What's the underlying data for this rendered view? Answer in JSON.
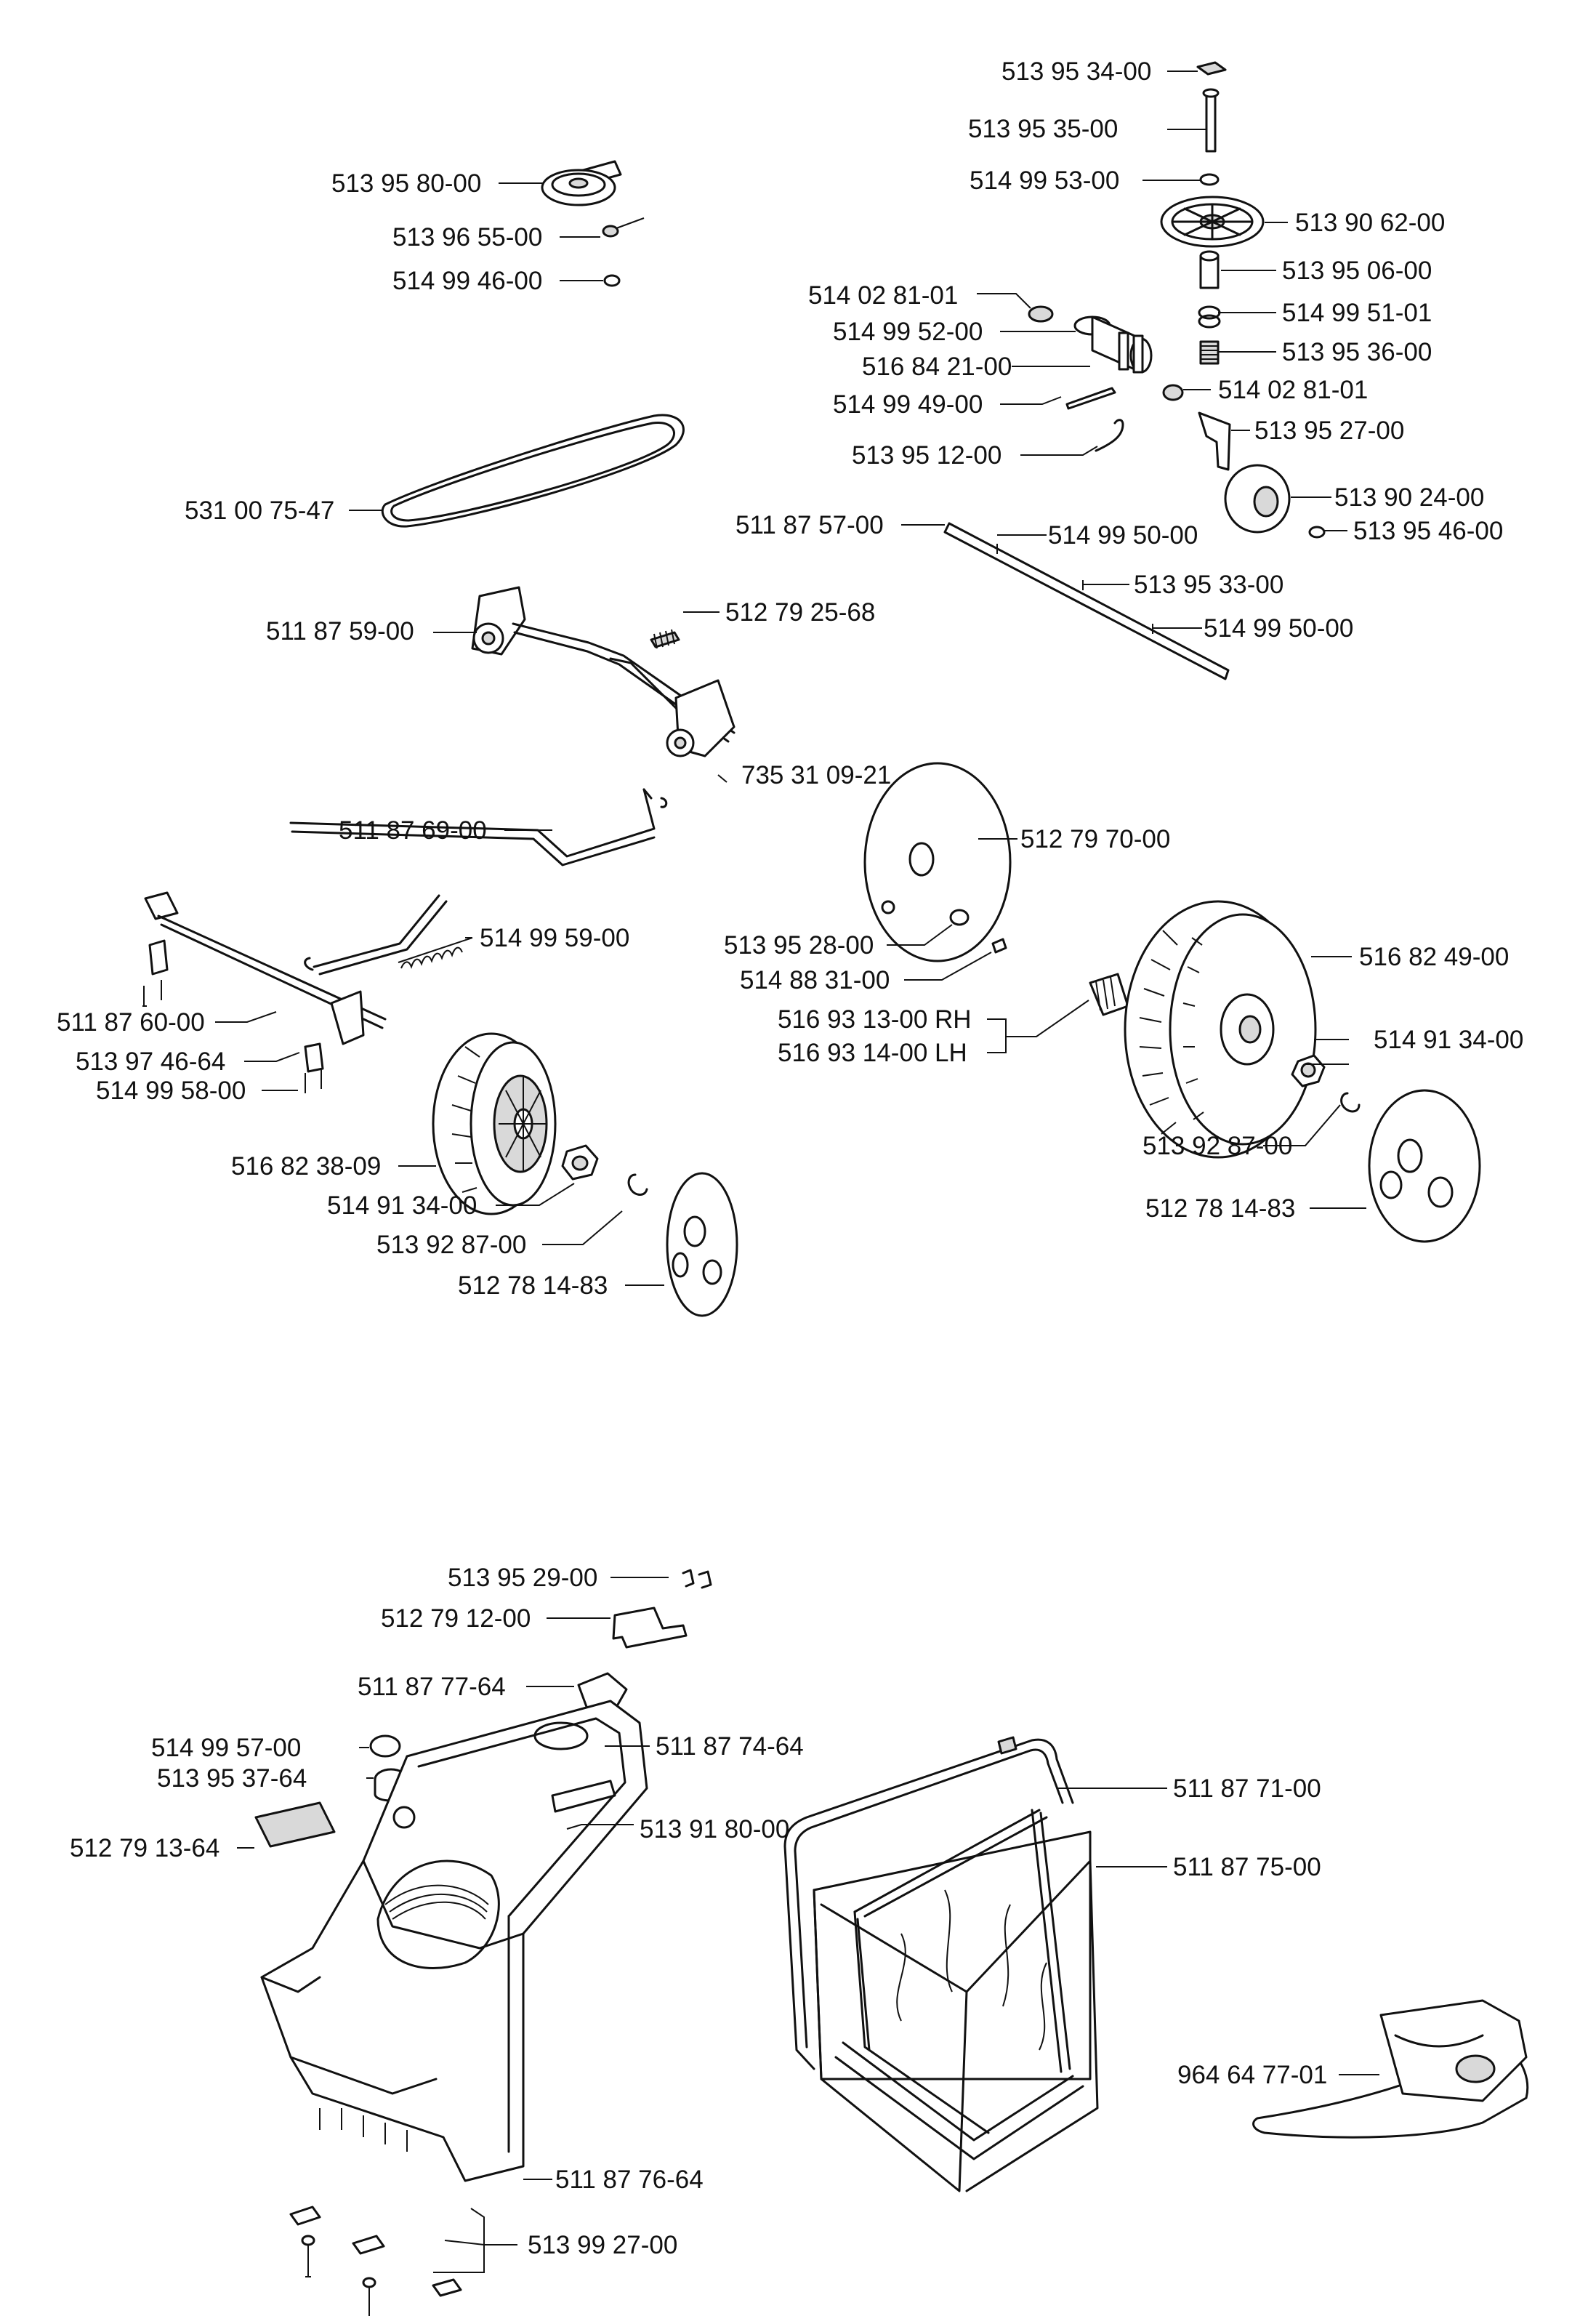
{
  "drive_assembly": {
    "parts": [
      "513 95 34-00",
      "513 95 35-00",
      "514 99 53-00",
      "513 90 62-00",
      "514 02 81-01",
      "513 95 06-00",
      "514 99 52-00",
      "514 99 51-01",
      "516 84 21-00",
      "513 95 36-00",
      "514 99 49-00",
      "514 02 81-01",
      "513 95 27-00",
      "513 95 12-00",
      "513 90 24-00",
      "511 87 57-00",
      "514 99 50-00",
      "513 95 46-00",
      "513 95 33-00",
      "514 99 50-00"
    ]
  },
  "pulley_belt": {
    "parts": [
      "513 95 80-00",
      "513 96 55-00",
      "514 99 46-00",
      "531 00 75-47"
    ]
  },
  "control_linkage": {
    "parts": [
      "511 87 59-00",
      "512 79 25-68",
      "735 31 09-21",
      "511 87 69-00",
      "514 99 59-00",
      "511 87 60-00",
      "513 97 46-64",
      "514 99 58-00"
    ]
  },
  "left_wheel": {
    "parts": [
      "516 82 38-09",
      "514 91 34-00",
      "513 92 87-00",
      "512 78 14-83"
    ]
  },
  "right_wheel": {
    "parts": [
      "512 79 70-00",
      "513 95 28-00",
      "514 88 31-00",
      "516 93 13-00 RH",
      "516 93 14-00 LH",
      "516 82 49-00",
      "514 91 34-00",
      "513 92 87-00",
      "512 78 14-83"
    ]
  },
  "rear_housing": {
    "parts": [
      "513 95 29-00",
      "512 79 12-00",
      "511 87 77-64",
      "514 99 57-00",
      "513 95 37-64",
      "511 87 74-64",
      "512 79 13-64",
      "513 91 80-00",
      "511 87 76-64",
      "513 99 27-00"
    ]
  },
  "grass_bag": {
    "parts": [
      "511 87 71-00",
      "511 87 75-00"
    ]
  },
  "mulch_plug": {
    "parts": [
      "964 64 77-01"
    ]
  }
}
